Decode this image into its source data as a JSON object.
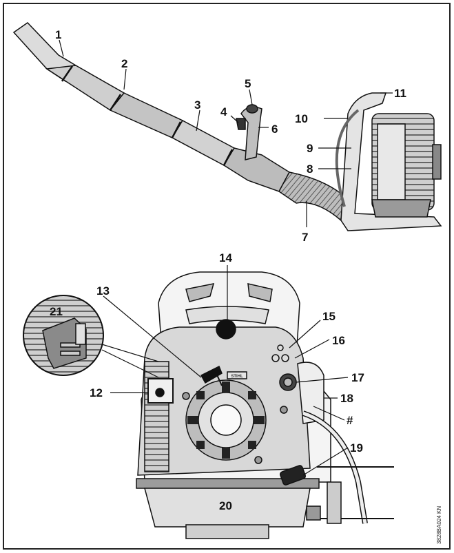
{
  "callouts": {
    "c1": "1",
    "c2": "2",
    "c3": "3",
    "c4": "4",
    "c5": "5",
    "c6": "6",
    "c7": "7",
    "c8": "8",
    "c9": "9",
    "c10": "10",
    "c11": "11",
    "c12": "12",
    "c13": "13",
    "c14": "14",
    "c15": "15",
    "c16": "16",
    "c17": "17",
    "c18": "18",
    "c19": "19",
    "c20": "20",
    "c21": "21",
    "hash": "#"
  },
  "engine_brand": "STIHL",
  "figure_code": "3828BA024 KN",
  "colors": {
    "line": "#111111",
    "shade": "#777777",
    "light": "#d4d4d4",
    "mid": "#a8a8a8",
    "dark": "#555555"
  }
}
